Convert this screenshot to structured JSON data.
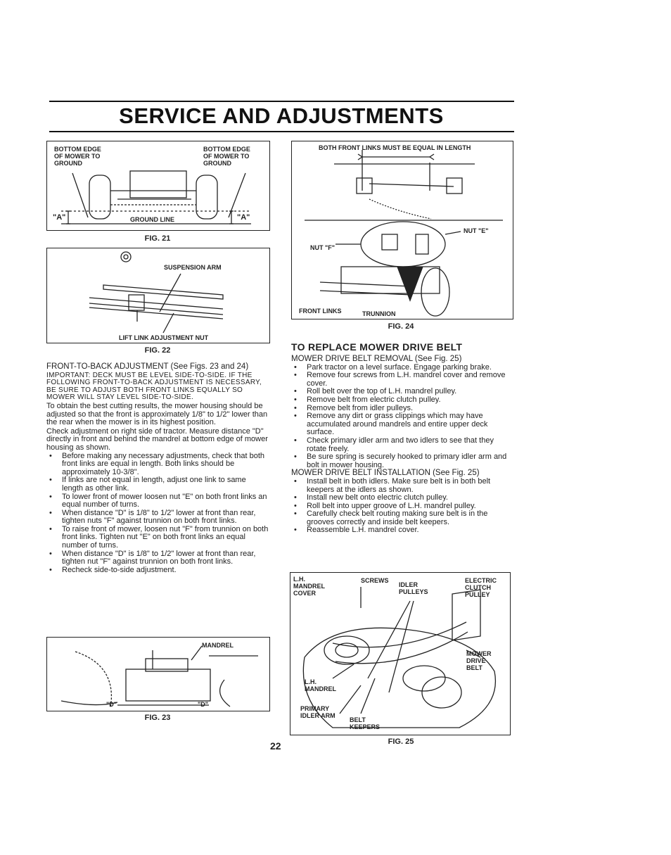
{
  "title": "SERVICE AND ADJUSTMENTS",
  "fig21": {
    "label_left": "BOTTOM EDGE\nOF MOWER TO\nGROUND",
    "label_right": "BOTTOM EDGE\nOF MOWER TO\nGROUND",
    "a_left": "\"A\"",
    "a_right": "\"A\"",
    "ground_line": "GROUND LINE",
    "caption": "FIG. 21"
  },
  "fig22": {
    "suspension_arm": "SUSPENSION ARM",
    "lift_link_nut": "LIFT LINK ADJUSTMENT NUT",
    "caption": "FIG. 22"
  },
  "fig24": {
    "both_links": "BOTH FRONT LINKS MUST BE EQUAL IN LENGTH",
    "nut_e": "NUT \"E\"",
    "nut_f": "NUT \"F\"",
    "front_links": "FRONT LINKS",
    "trunnion": "TRUNNION",
    "caption": "FIG. 24"
  },
  "left_text": {
    "heading": "FRONT-TO-BACK ADJUSTMENT (See Figs. 23 and 24)",
    "important": "IMPORTANT: DECK MUST BE LEVEL SIDE-TO-SIDE. IF THE FOLLOWING FRONT-TO-BACK ADJUSTMENT IS NECESSARY, BE SURE TO ADJUST BOTH FRONT LINKS EQUALLY SO MOWER WILL STAY LEVEL SIDE-TO-SIDE.",
    "para1": "To obtain the best cutting results, the mower housing should be adjusted so that the front is approximately 1/8\" to 1/2\" lower than the rear when the mower is in its highest position.",
    "para2": "Check adjustment on right side of tractor. Measure distance \"D\" directly in front and behind the mandrel at bottom edge of mower housing as shown.",
    "bullets": [
      "Before making any necessary adjustments, check that both front links are equal in length. Both links should be approximately 10-3/8\".",
      "If links are not equal in length, adjust one link to same length as other link.",
      "To lower front of mower loosen nut \"E\" on both front links an equal number of turns.",
      "When distance \"D\" is 1/8\" to 1/2\" lower at front than rear, tighten nuts \"F\" against trunnion on both front links.",
      "To raise front of mower, loosen nut \"F\" from trunnion on both front links. Tighten nut \"E\" on both front links an equal number of turns.",
      "When distance \"D\" is 1/8\" to 1/2\" lower at front than rear, tighten nut \"F\" against trunnion on both front links.",
      "Recheck side-to-side adjustment."
    ]
  },
  "fig23": {
    "mandrel": "MANDREL",
    "d_left": "\"D\"",
    "d_right": "\"D\"",
    "caption": "FIG. 23"
  },
  "right_text": {
    "heading": "TO REPLACE MOWER DRIVE BELT",
    "removal_heading": "MOWER DRIVE BELT REMOVAL (See Fig. 25)",
    "removal_bullets": [
      "Park tractor on a level surface. Engage parking brake.",
      "Remove four screws from L.H. mandrel cover and remove cover.",
      "Roll belt over the top of L.H. mandrel pulley.",
      "Remove belt from electric clutch pulley.",
      "Remove belt from idler pulleys.",
      "Remove any dirt or grass clippings which may have accumulated around mandrels and entire upper deck surface.",
      "Check primary idler arm and two idlers to see that they rotate freely.",
      "Be sure spring is securely hooked to primary idler arm and bolt in mower housing."
    ],
    "install_heading": "MOWER DRIVE BELT INSTALLATION (See Fig. 25)",
    "install_bullets": [
      "Install belt in both idlers. Make sure belt is in both belt keepers at the idlers as shown.",
      "Install new belt onto electric clutch pulley.",
      "Roll belt into upper groove of L.H. mandrel pulley.",
      "Carefully check belt routing making sure belt is in the grooves correctly and inside belt keepers.",
      "Reassemble L.H. mandrel cover."
    ]
  },
  "fig25": {
    "lh_mandrel_cover": "L.H.\nMANDREL\nCOVER",
    "screws": "SCREWS",
    "idler_pulleys": "IDLER\nPULLEYS",
    "electric_clutch": "ELECTRIC\nCLUTCH\nPULLEY",
    "mower_drive_belt": "MOWER\nDRIVE\nBELT",
    "lh_mandrel": "L.H.\nMANDREL",
    "primary_idler_arm": "PRIMARY\nIDLER ARM",
    "belt_keepers": "BELT\nKEEPERS",
    "caption": "FIG. 25"
  },
  "page_number": "22"
}
